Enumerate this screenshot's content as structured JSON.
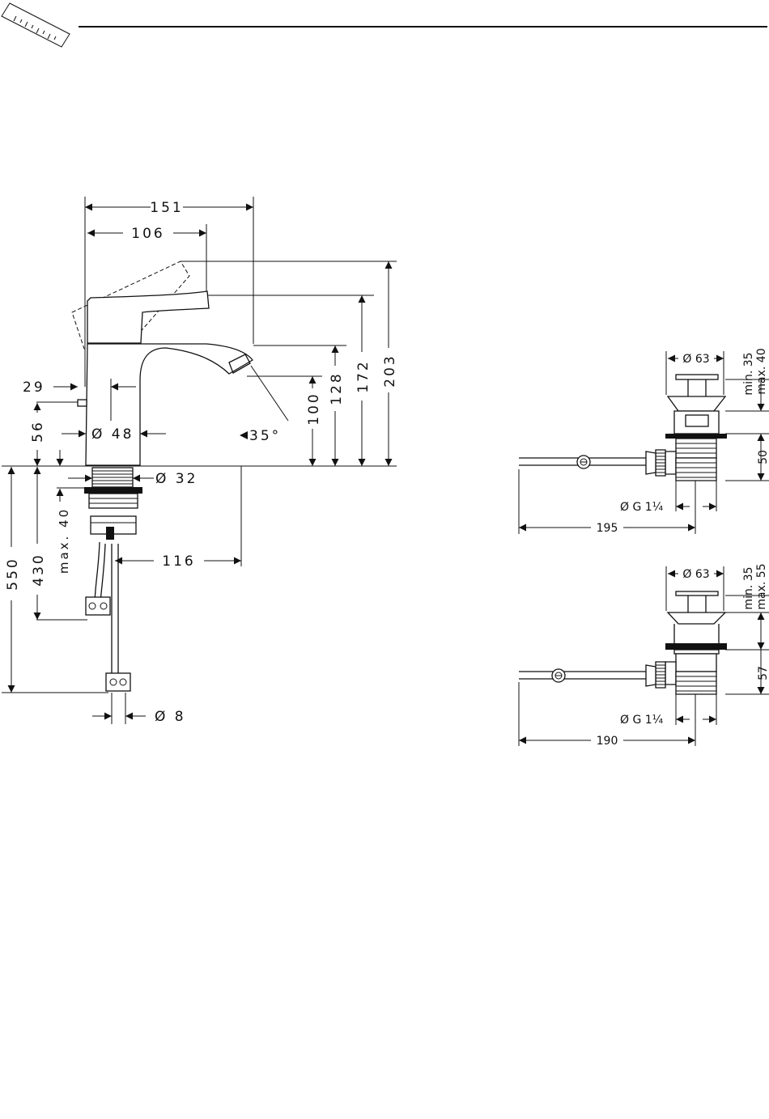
{
  "faucet": {
    "width_total": "151",
    "spout_reach_106": "106",
    "dim_29": "29",
    "dim_56": "56",
    "diameter_48": "Ø 48",
    "diameter_32": "Ø 32",
    "angle": "35°",
    "height_100": "100",
    "height_128": "128",
    "height_172": "172",
    "height_203": "203",
    "reach_116": "116",
    "max_40": "max. 40",
    "dim_430": "430",
    "dim_550": "550",
    "diameter_8": "Ø 8"
  },
  "waste_top": {
    "diameter_63": "Ø 63",
    "min_35": "min. 35",
    "max_40": "max. 40",
    "dim_50": "50",
    "thread": "Ø G 1¼",
    "length": "195"
  },
  "waste_bottom": {
    "diameter_63": "Ø 63",
    "min_35": "min. 35",
    "max_55": "max. 55",
    "dim_57": "57",
    "thread": "Ø G 1¼",
    "length": "190"
  }
}
